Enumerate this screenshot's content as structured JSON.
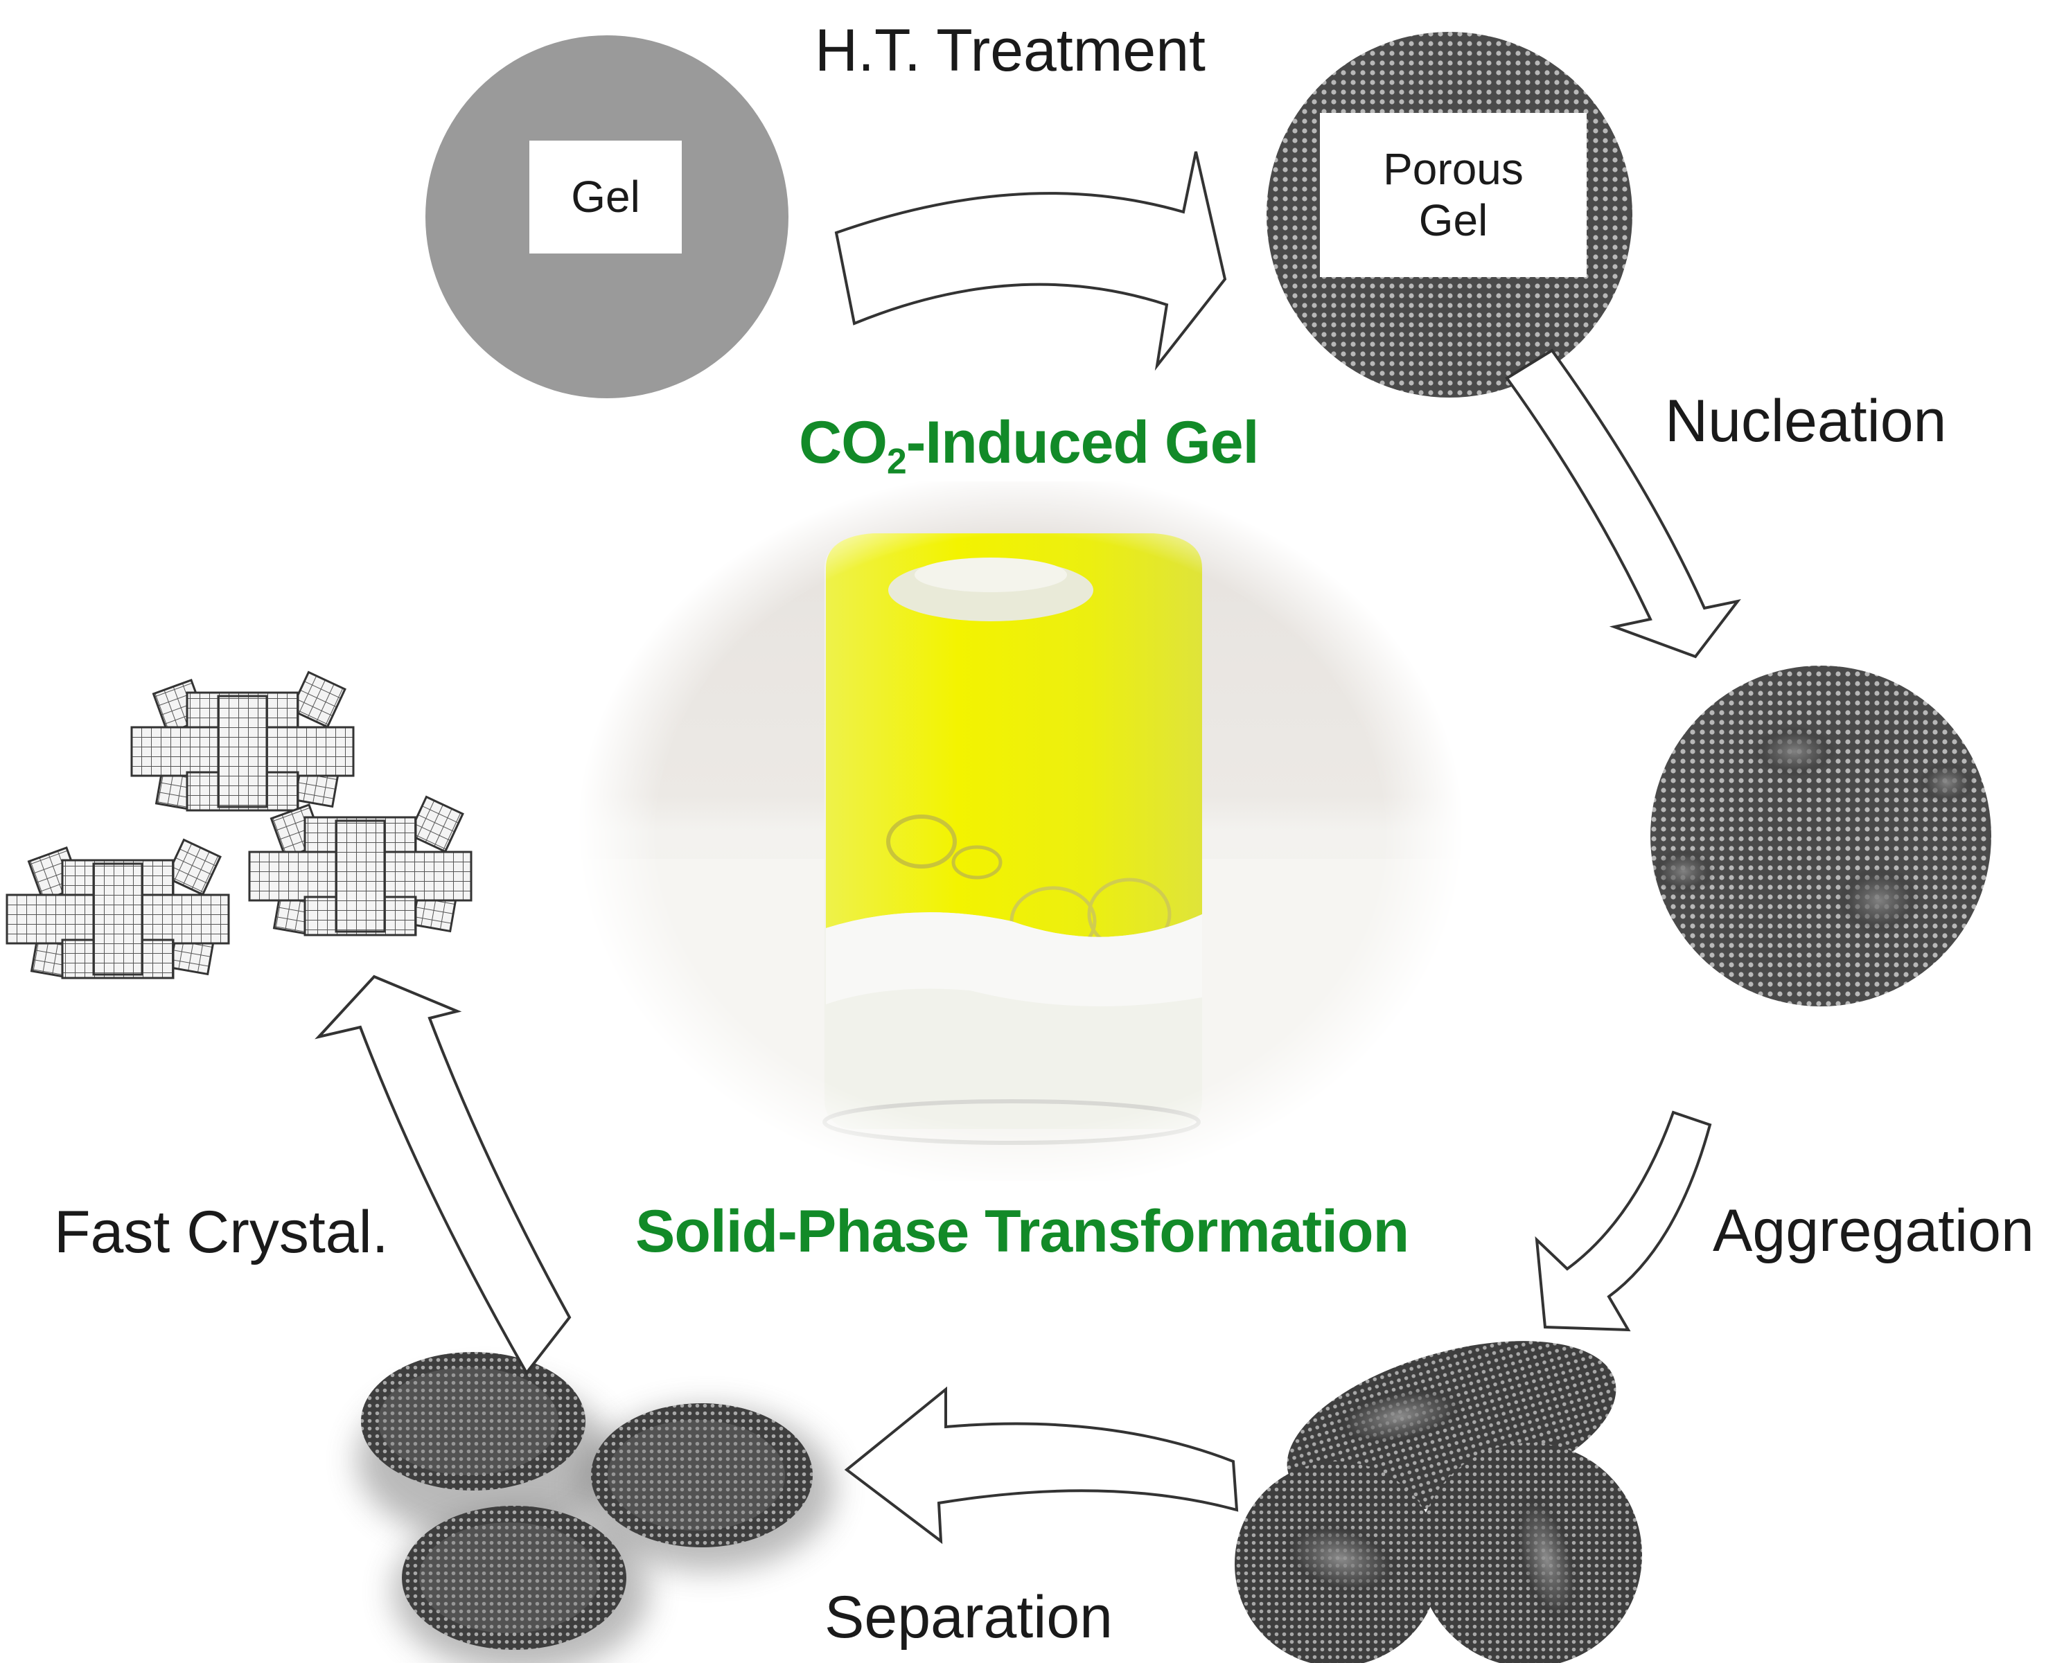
{
  "figure": {
    "type": "process-cycle-diagram",
    "accent_color": "#128a28",
    "center": {
      "title_prefix": "CO",
      "title_subscript": "2",
      "title_suffix": "-Induced Gel",
      "bottom_caption": "Solid-Phase Transformation",
      "photo": "yellow-gel-in-inverted-beaker"
    },
    "stages": [
      {
        "id": "gel",
        "label": "Gel",
        "appearance": "solid-gray-circle",
        "fill": "#9a9a9a"
      },
      {
        "id": "porous-gel",
        "label_line1": "Porous",
        "label_line2": "Gel",
        "appearance": "dotted-porous-circle"
      },
      {
        "id": "nucleated",
        "appearance": "porous-circle-with-nuclei"
      },
      {
        "id": "aggregated",
        "appearance": "three-overlapping-porous-particles"
      },
      {
        "id": "separated",
        "appearance": "three-separate-porous-ellipses"
      },
      {
        "id": "crystals",
        "appearance": "three-grid-crystal-clusters"
      }
    ],
    "transitions": [
      {
        "from": "gel",
        "to": "porous-gel",
        "label": "H.T. Treatment"
      },
      {
        "from": "porous-gel",
        "to": "nucleated",
        "label": "Nucleation"
      },
      {
        "from": "nucleated",
        "to": "aggregated",
        "label": "Aggregation"
      },
      {
        "from": "aggregated",
        "to": "separated",
        "label": "Separation"
      },
      {
        "from": "separated",
        "to": "crystals",
        "label": "Fast Crystal."
      }
    ]
  }
}
